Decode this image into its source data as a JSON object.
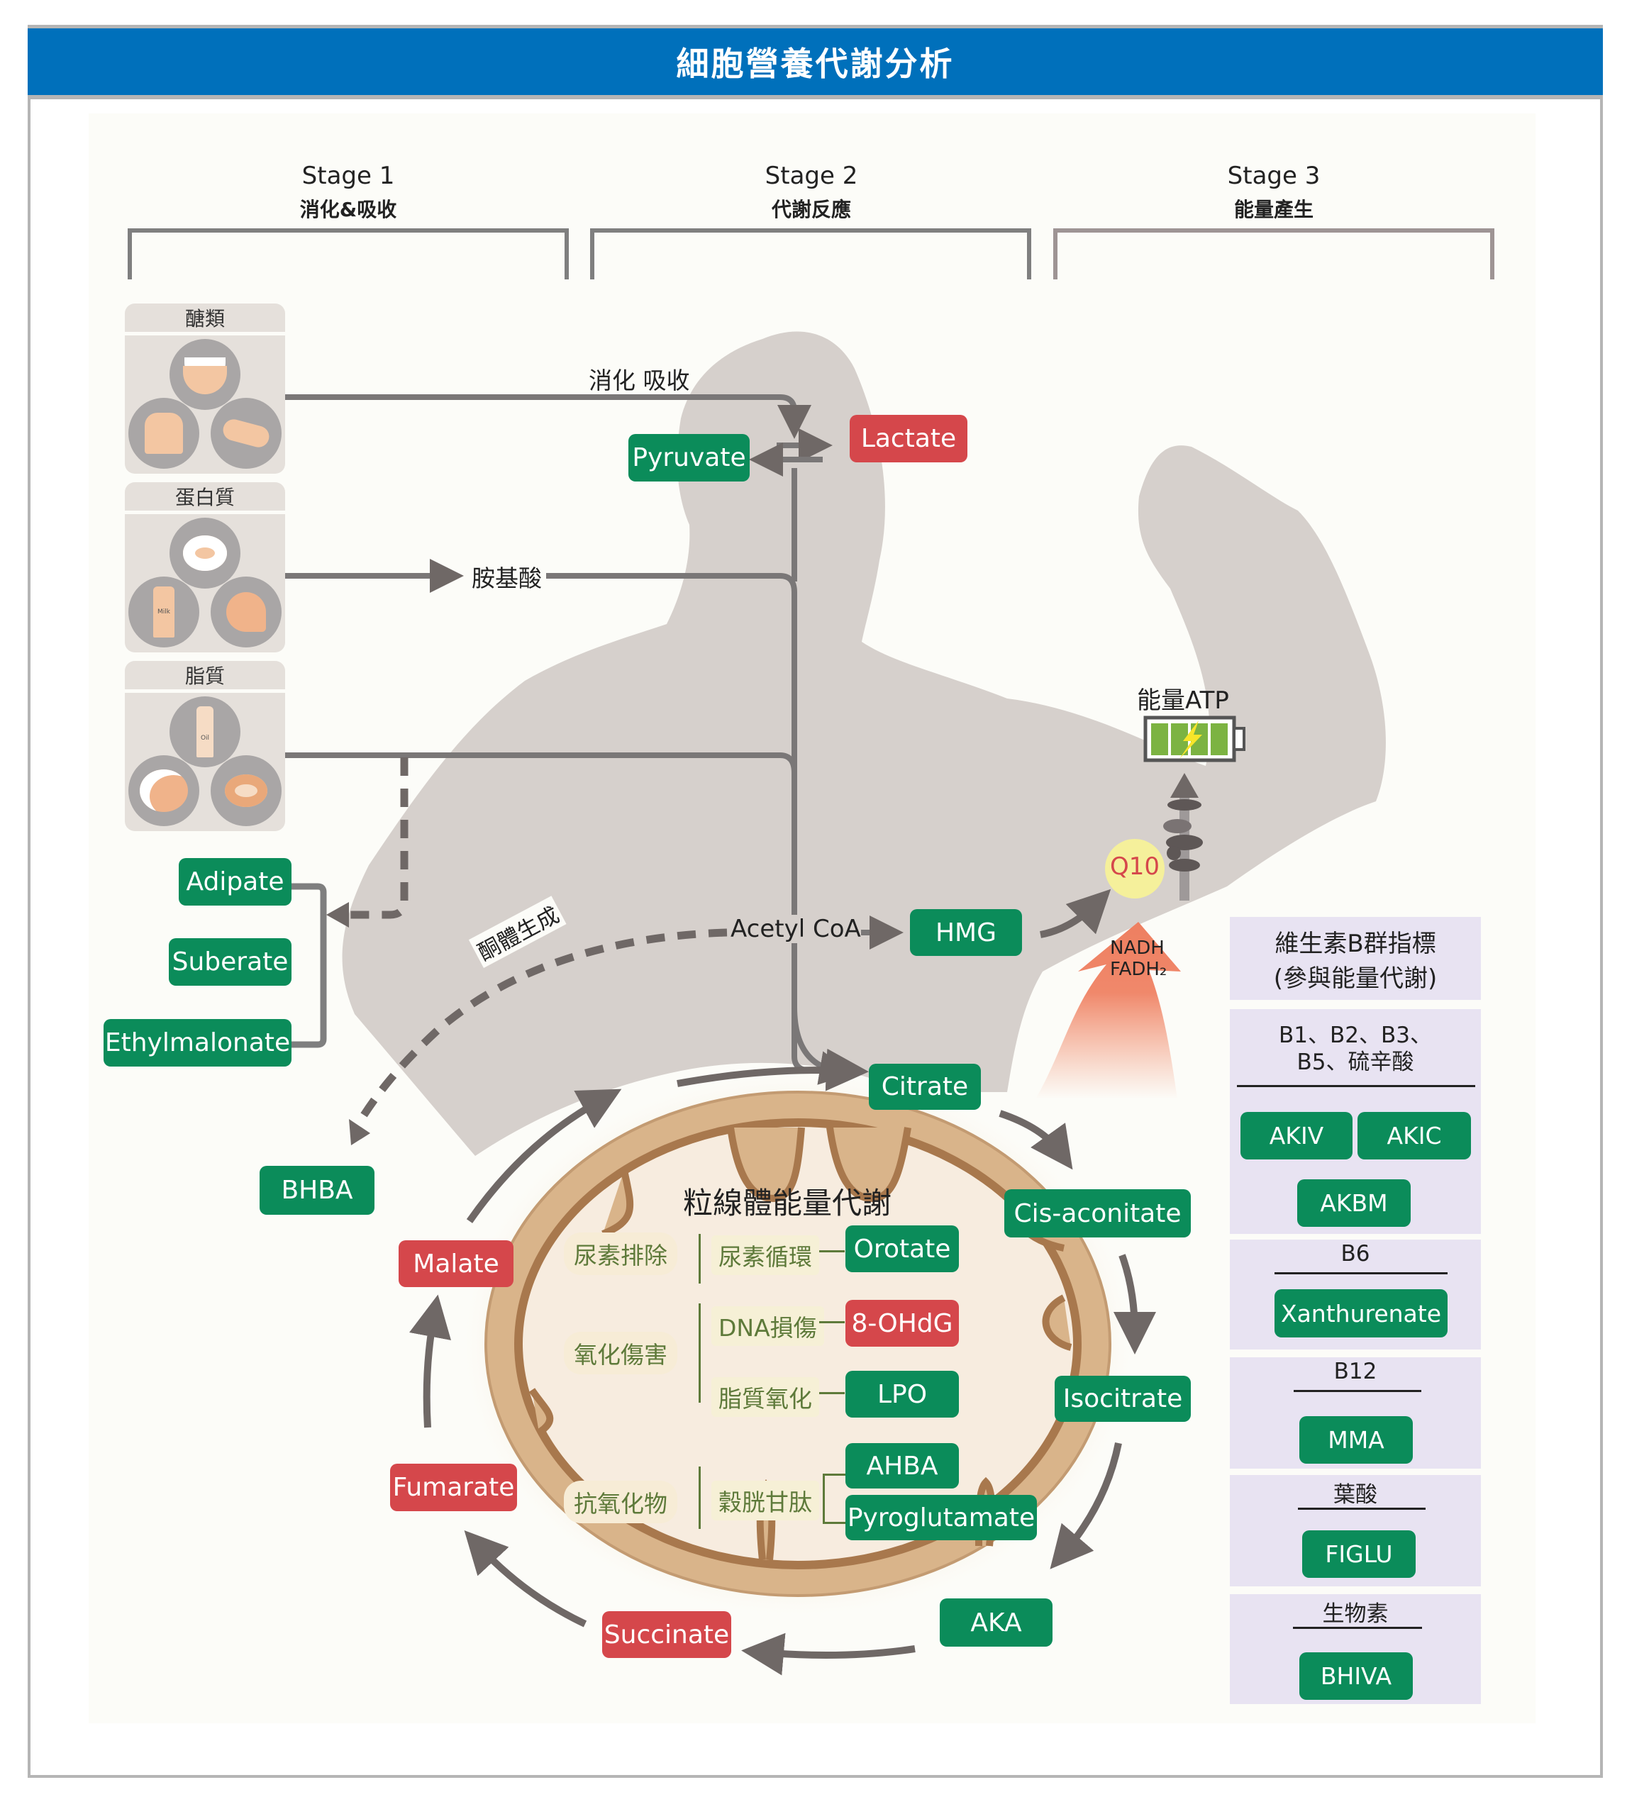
{
  "title": "細胞營養代謝分析",
  "stages": [
    {
      "name": "Stage 1",
      "subtitle": "消化&吸收"
    },
    {
      "name": "Stage 2",
      "subtitle": "代謝反應"
    },
    {
      "name": "Stage 3",
      "subtitle": "能量產生"
    }
  ],
  "food_groups": [
    {
      "label": "醣類",
      "icons": [
        "rice-bowl",
        "bread",
        "banana"
      ]
    },
    {
      "label": "蛋白質",
      "icons": [
        "egg",
        "milk",
        "salmon"
      ],
      "milk_text": "Milk"
    },
    {
      "label": "脂質",
      "icons": [
        "oil-bottle",
        "coconut",
        "avocado"
      ],
      "oil_text": "Oil"
    }
  ],
  "pathway_labels": {
    "digest_absorb": "消化 吸收",
    "amino_acid": "胺基酸",
    "acetyl_coa": "Acetyl CoA",
    "ketogenesis": "酮體生成",
    "energy_atp": "能量ATP",
    "q10": "Q10",
    "nadh": "NADH",
    "fadh2": "FADH₂",
    "mito_title": "粒線體能量代謝"
  },
  "markers": {
    "pyruvate": {
      "label": "Pyruvate",
      "status": "green"
    },
    "lactate": {
      "label": "Lactate",
      "status": "red"
    },
    "adipate": {
      "label": "Adipate",
      "status": "green"
    },
    "suberate": {
      "label": "Suberate",
      "status": "green"
    },
    "ethylmalonate": {
      "label": "Ethylmalonate",
      "status": "green"
    },
    "bhba": {
      "label": "BHBA",
      "status": "green"
    },
    "hmg": {
      "label": "HMG",
      "status": "green"
    },
    "citrate": {
      "label": "Citrate",
      "status": "green"
    },
    "cis_aconitate": {
      "label": "Cis-aconitate",
      "status": "green"
    },
    "isocitrate": {
      "label": "Isocitrate",
      "status": "green"
    },
    "aka": {
      "label": "AKA",
      "status": "green"
    },
    "succinate": {
      "label": "Succinate",
      "status": "red"
    },
    "fumarate": {
      "label": "Fumarate",
      "status": "red"
    },
    "malate": {
      "label": "Malate",
      "status": "red"
    },
    "orotate": {
      "label": "Orotate",
      "status": "green"
    },
    "ohdg": {
      "label": "8-OHdG",
      "status": "red"
    },
    "lpo": {
      "label": "LPO",
      "status": "green"
    },
    "ahba": {
      "label": "AHBA",
      "status": "green"
    },
    "pyroglutamate": {
      "label": "Pyroglutamate",
      "status": "green"
    }
  },
  "mito_categories": [
    {
      "category": "尿素排除",
      "items": [
        {
          "sub": "尿素循環",
          "marker": "Orotate"
        }
      ]
    },
    {
      "category": "氧化傷害",
      "items": [
        {
          "sub": "DNA損傷",
          "marker": "8-OHdG"
        },
        {
          "sub": "脂質氧化",
          "marker": "LPO"
        }
      ]
    },
    {
      "category": "抗氧化物",
      "items": [
        {
          "sub": "穀胱甘肽",
          "marker": "AHBA"
        },
        {
          "sub": "穀胱甘肽",
          "marker": "Pyroglutamate"
        }
      ]
    }
  ],
  "vitamin_panel": {
    "title_line1": "維生素B群指標",
    "title_line2": "(參與能量代謝)",
    "sections": [
      {
        "header_line1": "B1、B2、B3、",
        "header_line2": "B5、硫辛酸",
        "markers": [
          "AKIV",
          "AKIC",
          "AKBM"
        ]
      },
      {
        "header_line1": "B6",
        "markers": [
          "Xanthurenate"
        ]
      },
      {
        "header_line1": "B12",
        "markers": [
          "MMA"
        ]
      },
      {
        "header_line1": "葉酸",
        "markers": [
          "FIGLU"
        ]
      },
      {
        "header_line1": "生物素",
        "markers": [
          "BHIVA"
        ]
      }
    ]
  },
  "colors": {
    "header_blue": "#0070bb",
    "normal_green": "#0b8c5a",
    "abnormal_red": "#d5474b",
    "silhouette": "#d6d0cc",
    "arrow_gray": "#6f6866",
    "panel_lavender": "#e8e3f2"
  }
}
